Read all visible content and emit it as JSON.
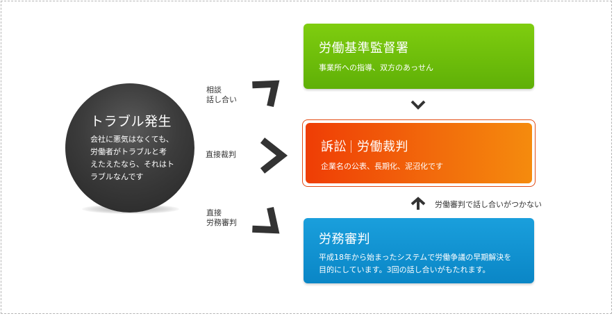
{
  "trouble": {
    "title": "トラブル発生",
    "text": "会社に悪気はなくても、\n労働者がトラブルと考\nえたえたなら、それはト\nラブルなんです"
  },
  "routes": {
    "consult": "相談\n話し合い",
    "direct_trial": "直接裁判",
    "direct_tribunal": "直接\n労務審判"
  },
  "labor_office": {
    "title": "労働基準監督署",
    "desc": "事業所への指導、双方のあっせん"
  },
  "lawsuit": {
    "title_a": "訴訟",
    "title_b": "労働裁判",
    "desc": "企業名の公表、長期化、泥沼化です"
  },
  "tribunal": {
    "title": "労務審判",
    "desc": "平成18年から始まったシステムで労働争議の早期解決を\n目的にしています。3回の話し合いがもたれます。"
  },
  "escalation_note": "労働審判で話し合いがつかない",
  "colors": {
    "circle": "#333333",
    "green": "#6cbf0a",
    "orange": "#f0500a",
    "blue": "#1094d2",
    "arrow": "#333333"
  },
  "icons": [
    "diagonal-up-arrow-icon",
    "right-arrow-icon",
    "diagonal-down-arrow-icon",
    "down-arrow-icon",
    "up-arrow-icon"
  ]
}
